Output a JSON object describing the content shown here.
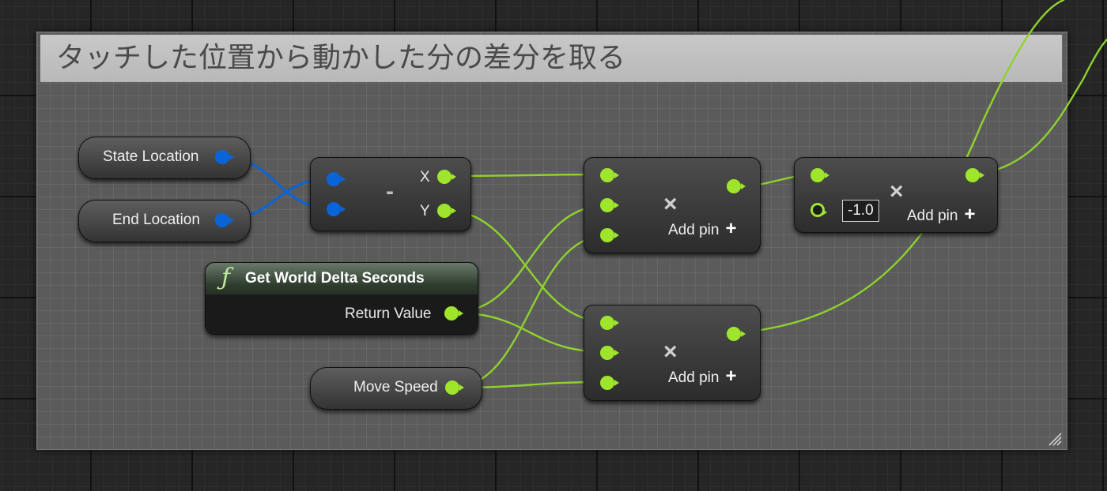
{
  "comment": {
    "title": "タッチした位置から動かした分の差分を取る"
  },
  "nodes": {
    "state_location": {
      "label": "State Location"
    },
    "end_location": {
      "label": "End Location"
    },
    "subtract": {
      "operator": "-",
      "pin_x": "X",
      "pin_y": "Y"
    },
    "get_world_delta": {
      "title": "Get World Delta Seconds",
      "icon": "function-icon",
      "output": "Return Value"
    },
    "move_speed": {
      "label": "Move Speed"
    },
    "multiply_top": {
      "operator": "×",
      "add_pin": "Add pin",
      "add_pin_icon": "+"
    },
    "multiply_bottom": {
      "operator": "×",
      "add_pin": "Add pin",
      "add_pin_icon": "+"
    },
    "multiply_neg": {
      "operator": "×",
      "value": "-1.0",
      "add_pin": "Add pin",
      "add_pin_icon": "+"
    }
  },
  "colors": {
    "exec_green": "#9ee52c",
    "vector_blue": "#0a64d8"
  }
}
